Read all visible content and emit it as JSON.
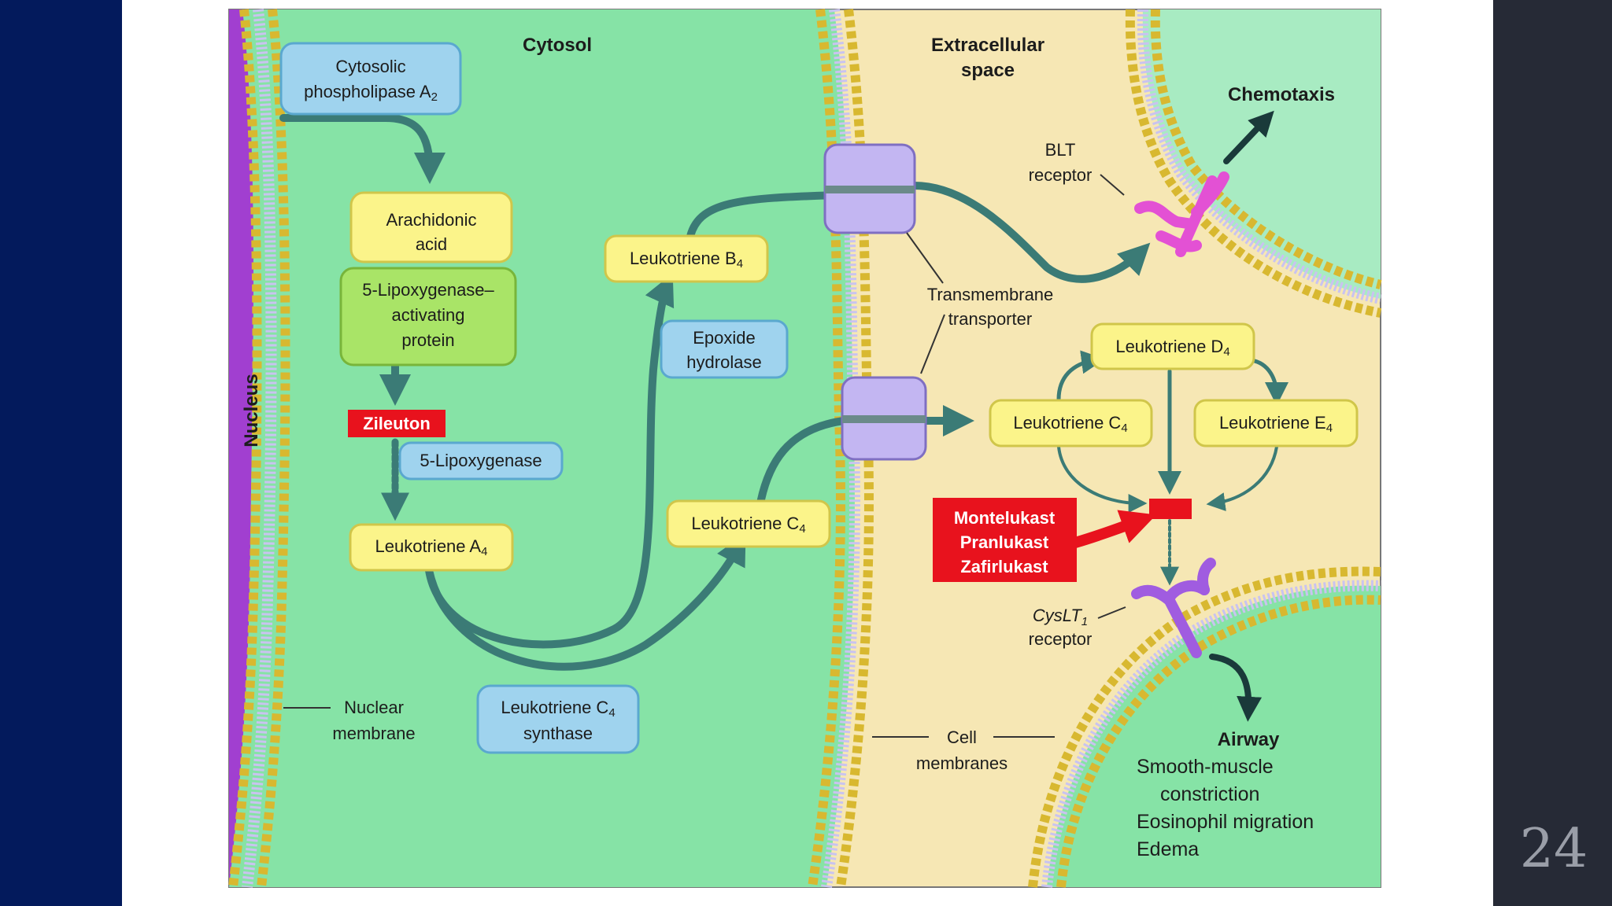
{
  "slide": {
    "page_number": "24"
  },
  "regions": {
    "cytosol": "Cytosol",
    "extracellular": [
      "Extracellular",
      "space"
    ],
    "nucleus": "Nucleus"
  },
  "boxes": {
    "cpla2": [
      "Cytosolic",
      "phospholipase A",
      "2"
    ],
    "arachidonic": [
      "Arachidonic",
      "acid"
    ],
    "flap": [
      "5-Lipoxygenase–",
      "activating",
      "protein"
    ],
    "zileuton": "Zileuton",
    "lipoxygenase5": "5-Lipoxygenase",
    "lta4": [
      "Leukotriene A",
      "4"
    ],
    "ltb4": [
      "Leukotriene B",
      "4"
    ],
    "epoxide": [
      "Epoxide",
      "hydrolase"
    ],
    "ltc4_in": [
      "Leukotriene C",
      "4"
    ],
    "ltc4_synthase": [
      "Leukotriene C",
      "4",
      "synthase"
    ],
    "ltd4": [
      "Leukotriene D",
      "4"
    ],
    "ltc4_out": [
      "Leukotriene C",
      "4"
    ],
    "lte4": [
      "Leukotriene E",
      "4"
    ],
    "antagonists": [
      "Montelukast",
      "Pranlukast",
      "Zafirlukast"
    ]
  },
  "labels": {
    "chemotaxis": "Chemotaxis",
    "blt_receptor": [
      "BLT",
      "receptor"
    ],
    "transporter": [
      "Transmembrane",
      "transporter"
    ],
    "cyslt_receptor": [
      "CysLT",
      "1",
      "receptor"
    ],
    "nuclear_membrane": [
      "Nuclear",
      "membrane"
    ],
    "cell_membranes": [
      "Cell",
      "membranes"
    ],
    "airway_title": "Airway",
    "airway_effects": [
      "Smooth-muscle",
      "constriction",
      "Eosinophil migration",
      "Edema"
    ]
  },
  "colors": {
    "slide_left_band": "#031a5c",
    "slide_right_band": "#262a36",
    "cytosol": "#86e3a6",
    "extracellular": "#f6e7b4",
    "nucleus": "#a13fd0",
    "arrow": "#3b7b76",
    "yellow_box": "#fbf48a",
    "blue_box": "#9fd3ee",
    "drug_red": "#e8121d",
    "receptor_magenta": "#e351d4",
    "receptor_purple": "#a05ce0"
  }
}
